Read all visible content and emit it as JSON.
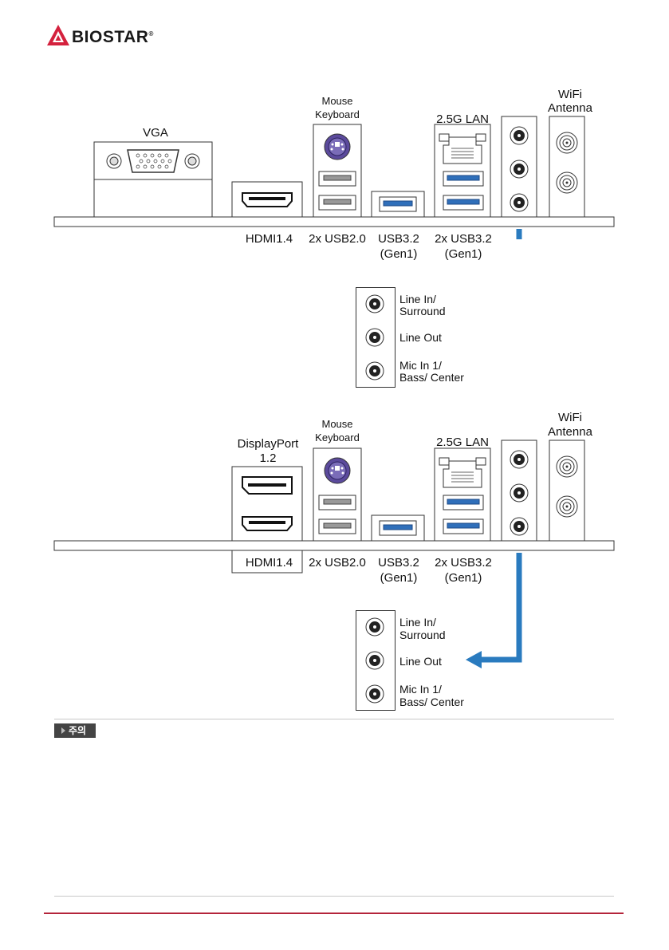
{
  "header": {
    "brand": "BIOSTAR",
    "registered_mark": "®"
  },
  "panels": [
    {
      "top_labels": {
        "vga": "VGA",
        "mouse_keyboard": [
          "Mouse",
          "Keyboard"
        ],
        "lan": "2.5G LAN",
        "wifi": [
          "WiFi",
          "Antenna"
        ]
      },
      "bottom_labels": {
        "hdmi": "HDMI1.4",
        "usb20": "2x USB2.0",
        "usb32_single": [
          "USB3.2",
          "(Gen1)"
        ],
        "usb32_double": [
          "2x USB3.2",
          "(Gen1)"
        ]
      },
      "audio": [
        [
          "Line In/",
          "Surround"
        ],
        [
          "Line Out"
        ],
        [
          "Mic In 1/",
          "Bass/ Center"
        ]
      ]
    },
    {
      "top_labels": {
        "displayport": [
          "DisplayPort",
          "1.2"
        ],
        "mouse_keyboard": [
          "Mouse",
          "Keyboard"
        ],
        "lan": "2.5G LAN",
        "wifi": [
          "WiFi",
          "Antenna"
        ]
      },
      "bottom_labels": {
        "hdmi": "HDMI1.4",
        "usb20": "2x USB2.0",
        "usb32_single": [
          "USB3.2",
          "(Gen1)"
        ],
        "usb32_double": [
          "2x USB3.2",
          "(Gen1)"
        ]
      },
      "audio": [
        [
          "Line In/",
          "Surround"
        ],
        [
          "Line Out"
        ],
        [
          "Mic In 1/",
          "Bass/ Center"
        ]
      ]
    }
  ],
  "note": {
    "label": "주의"
  },
  "colors": {
    "brand_red": "#d4213d",
    "arrow_blue": "#2a7bbf",
    "ps2_purple": "#5b4a9c",
    "usb3_blue": "#2f6fba",
    "footer_red": "#b4243a"
  }
}
